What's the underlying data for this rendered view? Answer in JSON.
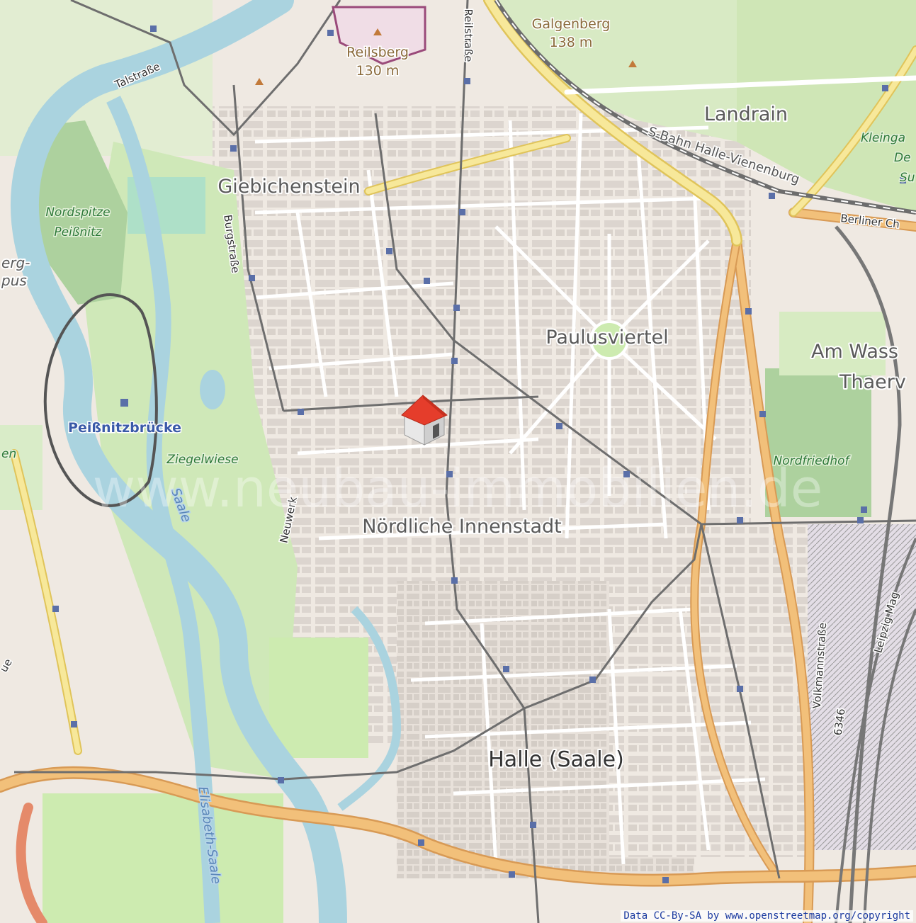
{
  "map": {
    "places": {
      "reilsberg_name": "Reilsberg",
      "reilsberg_ele": "130 m",
      "galgenberg_name": "Galgenberg",
      "galgenberg_ele": "138 m",
      "landrain": "Landrain",
      "giebichenstein": "Giebichenstein",
      "paulusviertel": "Paulusviertel",
      "am_wass": "Am Wass",
      "thaer": "Thaerv",
      "noerdliche": "Nördliche Innenstadt",
      "halle": "Halle (Saale)",
      "erg": "erg-",
      "pus": "pus"
    },
    "streets": {
      "talstrasse": "Talstraße",
      "burgstrasse": "Burgstraße",
      "reilstrasse": "Reilstraße",
      "neuwerk": "Neuwerk",
      "volkmannstrasse": "Volkmannstraße",
      "berliner": "Berliner Ch",
      "leipziger": "Leipzig Mag",
      "ue": "ue",
      "road_ref": "6346"
    },
    "rail": {
      "sbahn": "S-Bahn Halle-Vienenburg"
    },
    "green": {
      "nordspitze_1": "Nordspitze",
      "nordspitze_2": "Peißnitz",
      "ziegelwiese": "Ziegelwiese",
      "nordfriedhof": "Nordfriedhof",
      "kleinga_1": "Kleinga",
      "kleinga_2": "De",
      "kleinga_3": "Su",
      "en": "en"
    },
    "water": {
      "saale": "Saale",
      "elisabeth": "Elisabeth-Saale"
    },
    "bridges": {
      "peissnitz": "Peißnitzbrücke"
    },
    "watermark": "www.neubau-immobilien.de",
    "marker_icon": "house-icon",
    "attribution": "Data CC-By-SA by www.openstreetmap.org/copyright",
    "colors": {
      "land": "#efe9e2",
      "built": "#dcd6d0",
      "park": "#cdebb0",
      "forest": "#add19e",
      "water": "#aad3df",
      "motorway": "#f7d38a",
      "primary": "#f2c07a",
      "tram": "#5c6b8a"
    }
  }
}
